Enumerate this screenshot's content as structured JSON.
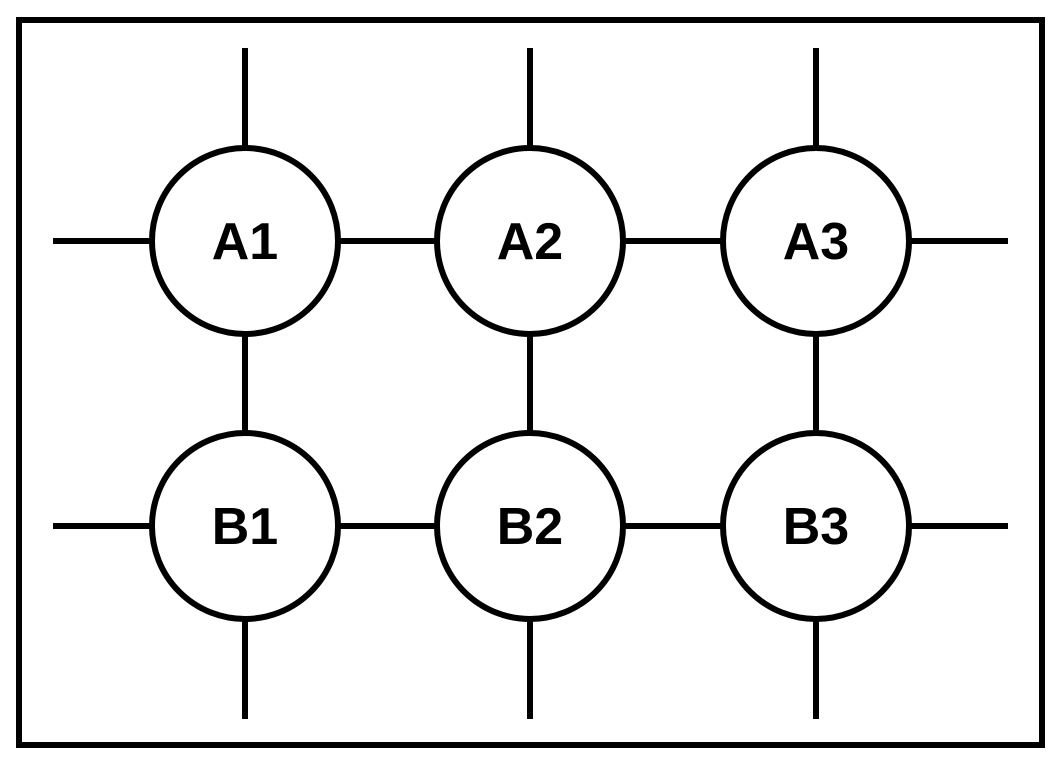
{
  "grid": {
    "rows": [
      {
        "id": "A",
        "nodes": [
          "A1",
          "A2",
          "A3"
        ]
      },
      {
        "id": "B",
        "nodes": [
          "B1",
          "B2",
          "B3"
        ]
      }
    ],
    "connections": {
      "horizontal": "adjacent nodes in each row are linked; each row extends outward past both ends",
      "vertical": "A and B nodes in each column are linked; each column extends above row A and below row B"
    }
  },
  "colors": {
    "stroke": "#000000",
    "background": "#ffffff"
  }
}
